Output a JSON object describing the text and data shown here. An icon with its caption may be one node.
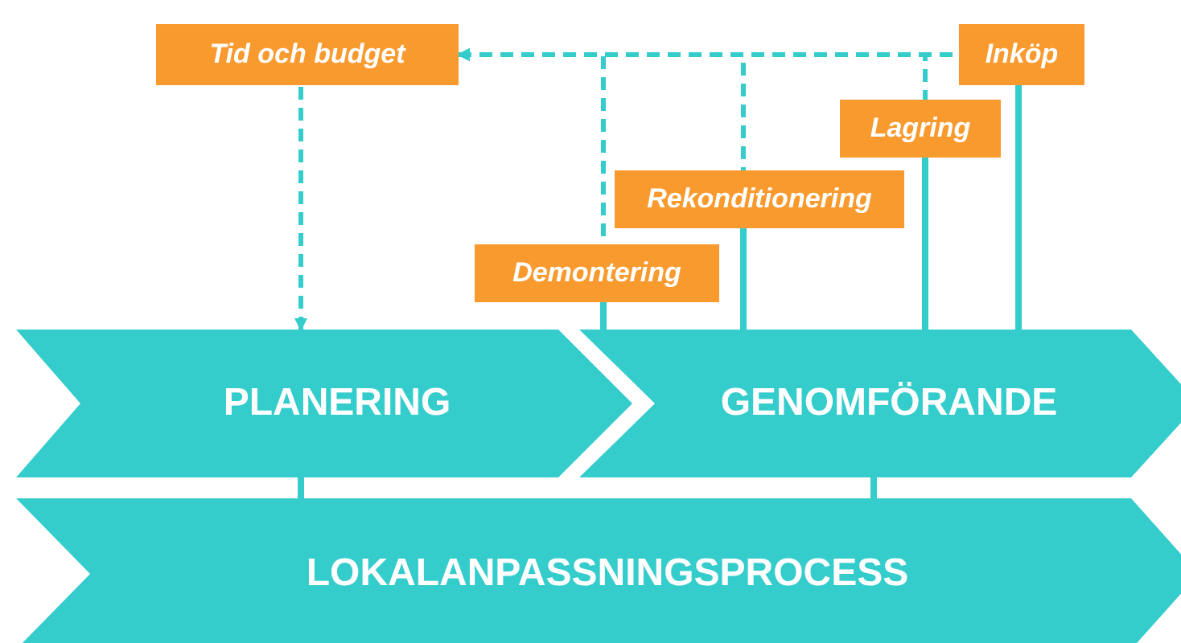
{
  "diagram": {
    "nodes": [
      {
        "text": [
          "Tid och budget"
        ]
      },
      {
        "text": [
          "Inköp"
        ]
      },
      {
        "text": [
          "Lagring"
        ]
      },
      {
        "text": [
          "Rekonditionering"
        ]
      },
      {
        "text": [
          "Demontering"
        ]
      },
      {
        "text": [
          "PLANERING"
        ]
      },
      {
        "text": [
          "GENOMFÖRANDE"
        ]
      },
      {
        "text": [
          "LOKALANPASSNINGSPROCESS"
        ]
      }
    ],
    "edges": [
      {
        "from": 1,
        "to": 0,
        "arrow": "to",
        "style": "dashed"
      },
      {
        "from": 2,
        "to": 0,
        "arrow": "to",
        "style": "dashed"
      },
      {
        "from": 3,
        "to": 0,
        "arrow": "to",
        "style": "dashed"
      },
      {
        "from": 4,
        "to": 0,
        "arrow": "to",
        "style": "dashed"
      },
      {
        "from": 0,
        "to": 5,
        "arrow": "to",
        "style": "dashed"
      },
      {
        "from": 4,
        "to": 6,
        "arrow": "none"
      },
      {
        "from": 3,
        "to": 6,
        "arrow": "none"
      },
      {
        "from": 2,
        "to": 6,
        "arrow": "none"
      },
      {
        "from": 1,
        "to": 6,
        "arrow": "none"
      },
      {
        "from": 5,
        "to": 7,
        "arrow": "none"
      },
      {
        "from": 6,
        "to": 7,
        "arrow": "none"
      }
    ]
  }
}
